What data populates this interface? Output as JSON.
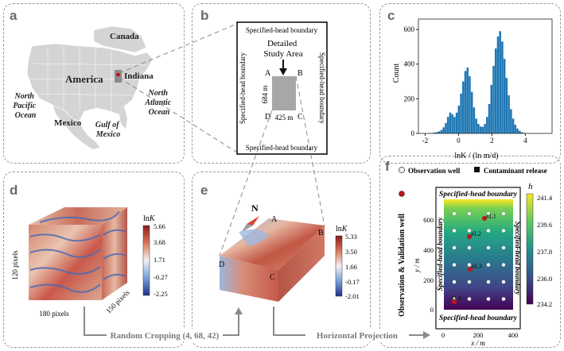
{
  "panels": {
    "a": {
      "label": "a",
      "regions": {
        "canada": "Canada",
        "america": "America",
        "indiana": "Indiana",
        "north_pacific": [
          "North",
          "Pacific",
          "Ocean"
        ],
        "mexico": "Mexico",
        "gulf": [
          "Gulf of",
          "Mexico"
        ],
        "north_atlantic": [
          "North",
          "Atlantic",
          "Ocean"
        ]
      },
      "colors": {
        "land": "#d4d4d4",
        "indiana": "#8a8a8a",
        "site": "#d00000"
      }
    },
    "b": {
      "label": "b",
      "top_boundary": "Specified-head boundary",
      "bottom_boundary": "Specified-head boundary",
      "left_boundary": "Specified-head boundary",
      "right_boundary": "Specified-head boundary",
      "study_area": [
        "Detailed",
        "Study Area"
      ],
      "corners": {
        "A": "A",
        "B": "B",
        "C": "C",
        "D": "D"
      },
      "height_dim": "684 m",
      "width_dim": "425 m"
    },
    "c": {
      "label": "c",
      "chart_data": {
        "type": "bar",
        "title": "",
        "xlabel": "lnK / (ln m/d)",
        "ylabel": "Count",
        "xlim": [
          -2.4,
          5.6
        ],
        "ylim": [
          0,
          660
        ],
        "xticks": [
          -2,
          0,
          2,
          4
        ],
        "yticks": [
          0,
          200,
          400,
          600
        ],
        "bin_width": 0.13,
        "bin_start": -1.6,
        "values": [
          3,
          5,
          8,
          12,
          20,
          35,
          60,
          95,
          120,
          110,
          95,
          120,
          160,
          230,
          300,
          360,
          380,
          330,
          240,
          150,
          85,
          55,
          40,
          38,
          55,
          95,
          170,
          280,
          390,
          490,
          560,
          590,
          530,
          430,
          320,
          220,
          140,
          85,
          50,
          28,
          15,
          7,
          3
        ],
        "color": "#1f77b4",
        "grid": false
      }
    },
    "d": {
      "label": "d",
      "colorbar_title": "lnK",
      "colorbar_ticks": [
        "5.66",
        "3.68",
        "1.71",
        "-0.27",
        "-2.25"
      ],
      "dim_height": "120 pixels",
      "dim_width": "180 pixels",
      "dim_depth": "150 pixels"
    },
    "e": {
      "label": "e",
      "north": "N",
      "corners": {
        "A": "A",
        "B": "B",
        "C": "C",
        "D": "D"
      },
      "colorbar_title": "lnK",
      "colorbar_ticks": [
        "5.33",
        "3.50",
        "1.66",
        "-0.17",
        "-2.01"
      ]
    },
    "f": {
      "label": "f",
      "legend_obs": "Observation well",
      "legend_release": "Contaminant release",
      "side_title": "Observation & Validation well",
      "top_boundary": "Specified-head boundary",
      "bottom_boundary": "Specified-head boundary",
      "left_boundary": "Specified-head boundary",
      "right_boundary": "Specified-head boundary",
      "xlabel": "x / m",
      "ylabel": "y / m",
      "xticks": [
        "0",
        "200",
        "400"
      ],
      "yticks": [
        "0",
        "200",
        "400",
        "600"
      ],
      "colorbar_title": "h",
      "colorbar_ticks": [
        "241.4",
        "239.6",
        "237.8",
        "236.0",
        "234.2"
      ],
      "wells": [
        "#L1",
        "#L2",
        "#L3",
        "#L4"
      ]
    }
  },
  "arrows": {
    "crop": "Random Cropping (4, 68, 42)",
    "projection": "Horizontal Projection"
  }
}
